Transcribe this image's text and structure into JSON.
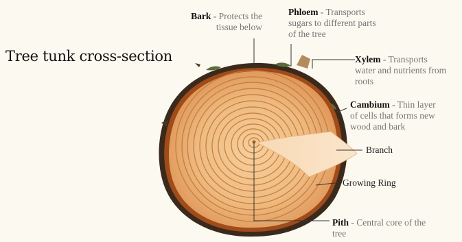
{
  "title": "Tree tunk cross-section",
  "labels": {
    "bark": {
      "term": "Bark",
      "desc_line1": "Protects the",
      "desc_line2": "tissue below"
    },
    "phloem": {
      "term": "Phloem",
      "desc_line1": "Transports",
      "desc_line2": "sugars to different parts",
      "desc_line3": "of the tree"
    },
    "xylem": {
      "term": "Xylem",
      "desc_line1": "Transports",
      "desc_line2": "water and nutrients from",
      "desc_line3": "roots"
    },
    "cambium": {
      "term": "Cambium",
      "desc_line1": "Thin layer",
      "desc_line2": "of cells that forms new",
      "desc_line3": "wood and bark"
    },
    "branch": "Branch",
    "growing_ring": "Growing Ring",
    "pith": {
      "term": "Pith",
      "desc_line1": "Central core of the",
      "desc_line2": "tree"
    }
  },
  "colors": {
    "background": "#fcf9f0",
    "wood_light": "#f3c48e",
    "wood_dark": "#d8894a",
    "ring": "#c27a3e",
    "bark": "#3b2a1c",
    "cambium": "#a04b1a",
    "leader_line": "#333333"
  }
}
